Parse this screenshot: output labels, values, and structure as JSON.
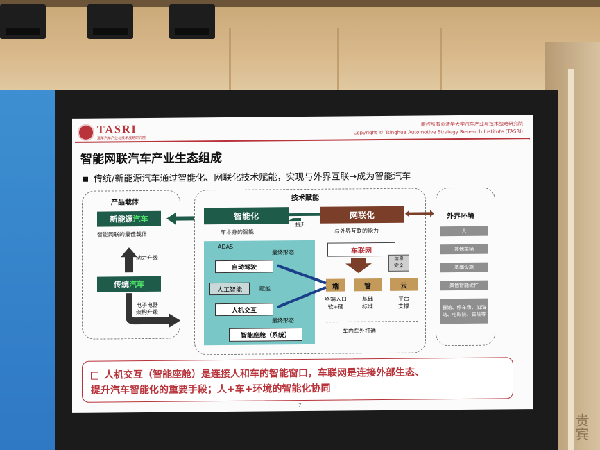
{
  "room": {
    "wall_sign": "贵宾"
  },
  "slide": {
    "logo": {
      "name": "TASRI",
      "subtitle": "清华汽车产业与技术战略研究院"
    },
    "copyright": {
      "line1": "版权所有©清华大学汽车产业与技术战略研究院",
      "line2": "Copyright © Tsinghua Automotive Strategy Research Institute (TASRI)"
    },
    "title": "智能网联汽车产业生态组成",
    "subtitle": "传统/新能源汽车通过智能化、网联化技术赋能，实现与外界互联→成为智能汽车",
    "product": {
      "header": "产品载体",
      "nev_a": "新能源",
      "nev_b": "汽车",
      "nev_caption": "智能网联的最佳载体",
      "power_upgrade": "动力升级",
      "trad_a": "传统",
      "trad_b": "汽车",
      "ee_upgrade_1": "电子电器",
      "ee_upgrade_2": "架构升级"
    },
    "tech": {
      "header": "技术赋能",
      "intelligence": "智能化",
      "intelligence_caption": "车本身的智能",
      "boost": "提升",
      "connectivity": "网联化",
      "connectivity_caption": "与外界互联的能力",
      "adas": "ADAS",
      "final_form_top": "最终形态",
      "auto_driving": "自动驾驶",
      "ai": "人工智能",
      "empower": "赋能",
      "hmi": "人机交互",
      "final_form_bottom": "最终形态",
      "cockpit": "智能座舱（系统）",
      "iov": "车联网",
      "info_security_1": "信息",
      "info_security_2": "安全",
      "end": "端",
      "pipe": "管",
      "cloud": "云",
      "end_caption_1": "终端入口",
      "end_caption_2": "软+硬",
      "pipe_caption_1": "基础",
      "pipe_caption_2": "标准",
      "cloud_caption_1": "平台",
      "cloud_caption_2": "支撑",
      "connect_caption": "车内车外打通"
    },
    "external": {
      "header": "外界环境",
      "items": [
        "人",
        "其他车辆",
        "基础设施",
        "其他智能硬件",
        "餐馆、停车场、加油站、电影院、医院等"
      ]
    },
    "conclusion": {
      "line1": "人机交互（智能座舱）是连接人和车的智能窗口，车联网是连接外部生态、",
      "line2": "提升汽车智能化的重要手段；人+车+环境的智能化协同"
    },
    "page_number": "7"
  },
  "colors": {
    "brand_red": "#b8333a",
    "dark_green": "#1f5b49",
    "brown": "#7a3e29",
    "teal": "#79c7c6",
    "tan": "#c49a5a",
    "navy": "#1c3f8a",
    "green_text": "#2fae3f"
  }
}
